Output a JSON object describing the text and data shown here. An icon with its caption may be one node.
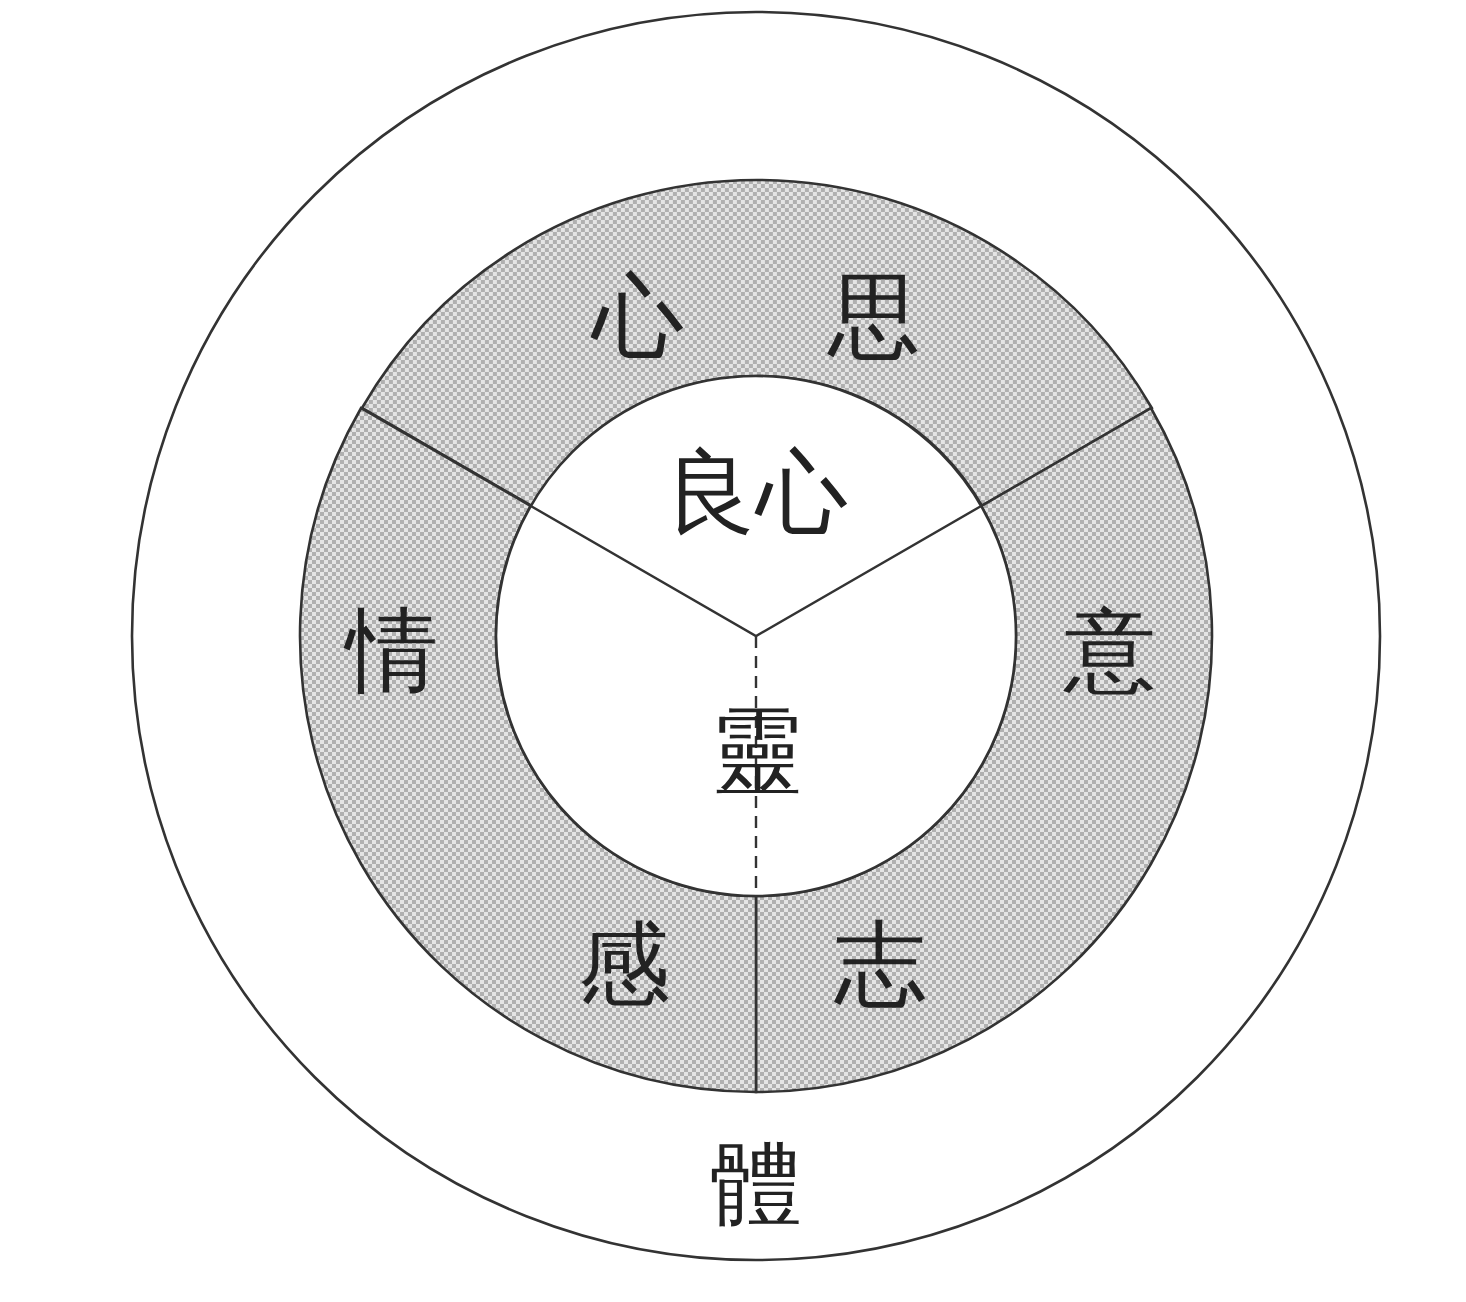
{
  "diagram": {
    "nodes": [
      {
        "text": [
          "體"
        ]
      },
      {
        "text": [
          "心思"
        ],
        "in": 0
      },
      {
        "text": [
          "意",
          "志"
        ],
        "in": 0
      },
      {
        "text": [
          "情",
          "感"
        ],
        "in": 0
      },
      {
        "text": [
          "良心",
          "靈"
        ],
        "in": 0
      }
    ]
  }
}
